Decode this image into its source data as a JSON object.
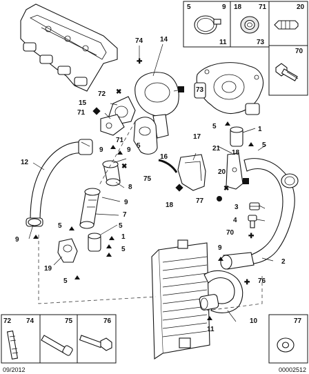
{
  "callouts": {
    "n1": "1",
    "n2": "2",
    "n3": "3",
    "n4": "4",
    "n5": "5",
    "n7": "7",
    "n8": "8",
    "n9": "9",
    "n10": "10",
    "n11": "11",
    "n12": "12",
    "n14": "14",
    "n15": "15",
    "n16": "16",
    "n17": "17",
    "n18": "18",
    "n19": "19",
    "n20": "20",
    "n21": "21",
    "n70": "70",
    "n71": "71",
    "n72": "72",
    "n73": "73",
    "n74": "74",
    "n75": "75",
    "n76": "76",
    "n77": "77"
  },
  "inset_top": {
    "box1_a": "5",
    "box1_b": "9",
    "box1_c": "11",
    "box2_a": "18",
    "box2_b": "71",
    "box2_c": "73",
    "box3_a": "20",
    "box4_a": "70"
  },
  "inset_bottom": {
    "box1_a": "72",
    "box1_b": "74",
    "box2_a": "75",
    "box3_a": "76",
    "box4_a": "77"
  },
  "footer": {
    "date": "09/2012",
    "ref": "00002512"
  },
  "colors": {
    "line": "#111111",
    "fill": "#ffffff",
    "shade": "#e8e8e8"
  }
}
